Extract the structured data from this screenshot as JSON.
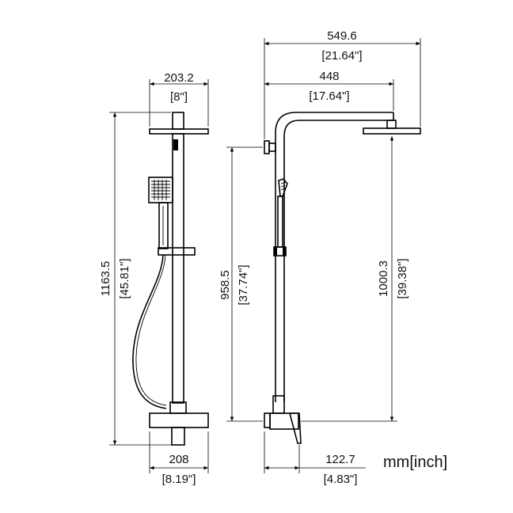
{
  "diagram": {
    "unit_label": "mm[inch]",
    "front_view": {
      "head_width": {
        "mm": "203.2",
        "inch": "[8\"]"
      },
      "total_height": {
        "mm": "1163.5",
        "inch": "[45.81\"]"
      },
      "base_width": {
        "mm": "208",
        "inch": "[8.19\"]"
      }
    },
    "side_view": {
      "overall_reach": {
        "mm": "549.6",
        "inch": "[21.64\"]"
      },
      "arm_reach": {
        "mm": "448",
        "inch": "[17.64\"]"
      },
      "bracket_height": {
        "mm": "958.5",
        "inch": "[37.74\"]"
      },
      "head_height": {
        "mm": "1000.3",
        "inch": "[39.38\"]"
      },
      "wall_offset": {
        "mm": "122.7",
        "inch": "[4.83\"]"
      }
    }
  }
}
